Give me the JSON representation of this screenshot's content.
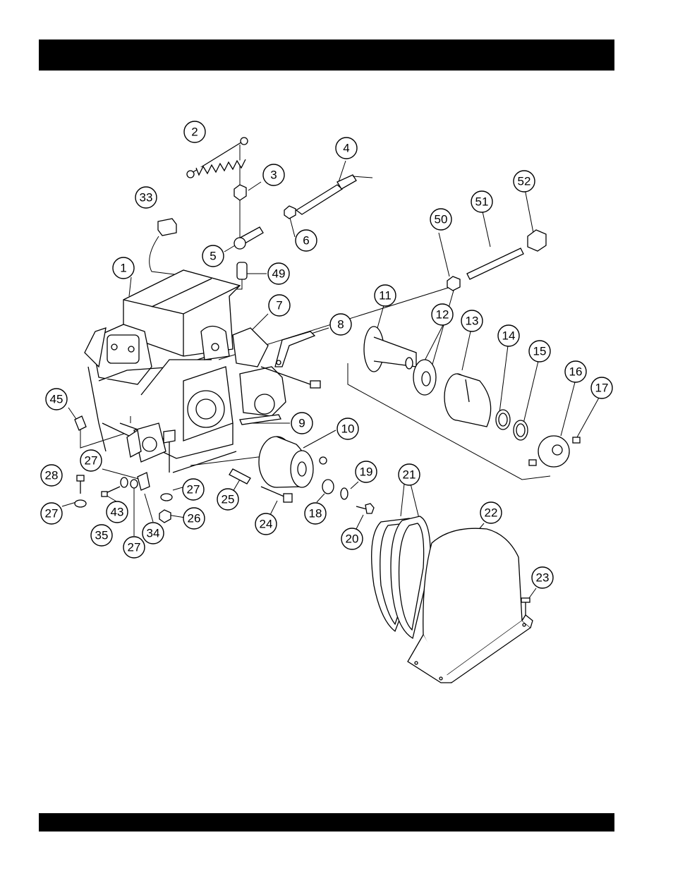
{
  "callouts": [
    {
      "id": "c2",
      "label": "2"
    },
    {
      "id": "c3",
      "label": "3"
    },
    {
      "id": "c4",
      "label": "4"
    },
    {
      "id": "c33",
      "label": "33"
    },
    {
      "id": "c5",
      "label": "5"
    },
    {
      "id": "c6",
      "label": "6"
    },
    {
      "id": "c1",
      "label": "1"
    },
    {
      "id": "c49",
      "label": "49"
    },
    {
      "id": "c50",
      "label": "50"
    },
    {
      "id": "c51",
      "label": "51"
    },
    {
      "id": "c52",
      "label": "52"
    },
    {
      "id": "c7",
      "label": "7"
    },
    {
      "id": "c8",
      "label": "8"
    },
    {
      "id": "c11",
      "label": "11"
    },
    {
      "id": "c12",
      "label": "12"
    },
    {
      "id": "c13",
      "label": "13"
    },
    {
      "id": "c14",
      "label": "14"
    },
    {
      "id": "c15",
      "label": "15"
    },
    {
      "id": "c16",
      "label": "16"
    },
    {
      "id": "c17",
      "label": "17"
    },
    {
      "id": "c45",
      "label": "45"
    },
    {
      "id": "c9",
      "label": "9"
    },
    {
      "id": "c10",
      "label": "10"
    },
    {
      "id": "c27a",
      "label": "27"
    },
    {
      "id": "c28",
      "label": "28"
    },
    {
      "id": "c27b",
      "label": "27"
    },
    {
      "id": "c27c",
      "label": "27"
    },
    {
      "id": "c43",
      "label": "43"
    },
    {
      "id": "c35",
      "label": "35"
    },
    {
      "id": "c27d",
      "label": "27"
    },
    {
      "id": "c34",
      "label": "34"
    },
    {
      "id": "c26",
      "label": "26"
    },
    {
      "id": "c25",
      "label": "25"
    },
    {
      "id": "c24",
      "label": "24"
    },
    {
      "id": "c18",
      "label": "18"
    },
    {
      "id": "c19",
      "label": "19"
    },
    {
      "id": "c20",
      "label": "20"
    },
    {
      "id": "c21",
      "label": "21"
    },
    {
      "id": "c22",
      "label": "22"
    },
    {
      "id": "c23",
      "label": "23"
    }
  ]
}
